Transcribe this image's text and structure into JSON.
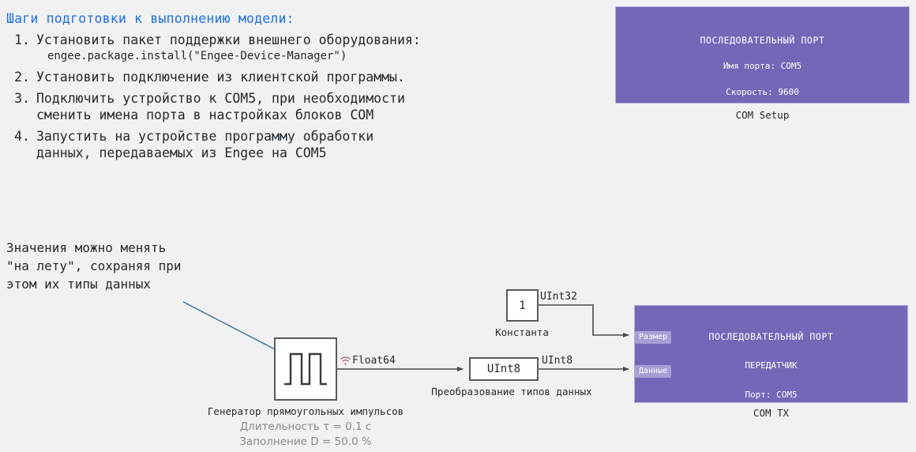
{
  "instructions": {
    "title": "Шаги подготовки к выполнению модели:",
    "items": [
      {
        "num": "1.",
        "text": "Установить пакет поддержки внешнего оборудования:",
        "code": "engee.package.install(\"Engee-Device-Manager\")"
      },
      {
        "num": "2.",
        "text": "Установить подключение из клиентской программы.",
        "code": ""
      },
      {
        "num": "3.",
        "text": "Подключить устройство к COM5, при необходимости\nсменить имена порта в настройках блоков COM",
        "code": ""
      },
      {
        "num": "4.",
        "text": "Запустить на устройстве программу обработки\nданных, передаваемых из Engee на COM5",
        "code": ""
      }
    ]
  },
  "note": {
    "text": "Значения можно менять\n\"на лету\", сохраняя при\nэтом их типы данных"
  },
  "com_setup": {
    "title": "ПОСЛЕДОВАТЕЛЬНЫЙ ПОРТ",
    "line1": "Имя порта: COM5",
    "line2": "Скорость: 9600",
    "caption": "COM Setup"
  },
  "com_tx": {
    "title": "ПОСЛЕДОВАТЕЛЬНЫЙ ПОРТ",
    "line1": "ПЕРЕДАТЧИК",
    "line2": "Порт: COM5",
    "caption": "COM TX",
    "port_size_label": "Размер",
    "port_data_label": "Данные"
  },
  "constant": {
    "value": "1",
    "caption": "Константа",
    "output_type": "UInt32"
  },
  "converter": {
    "value": "UInt8",
    "caption": "Преобразование типов данных",
    "output_type": "UInt8"
  },
  "pulse_generator": {
    "caption": "Генератор прямоугольных импульсов",
    "output_type": "Float64",
    "params": "Длительность τ = 0.1 с\nЗаполнение D = 50.0 %",
    "signal_icon": "wifi-icon"
  },
  "colors": {
    "background": "#f1f1f1",
    "accent_blue": "#1f6fe0",
    "block_purple": "#7467b8",
    "port_pill": "#a79ed3",
    "leader_line": "#4a7fa5",
    "wire": "#4a4a4a",
    "param_text": "#8a8a8a"
  }
}
